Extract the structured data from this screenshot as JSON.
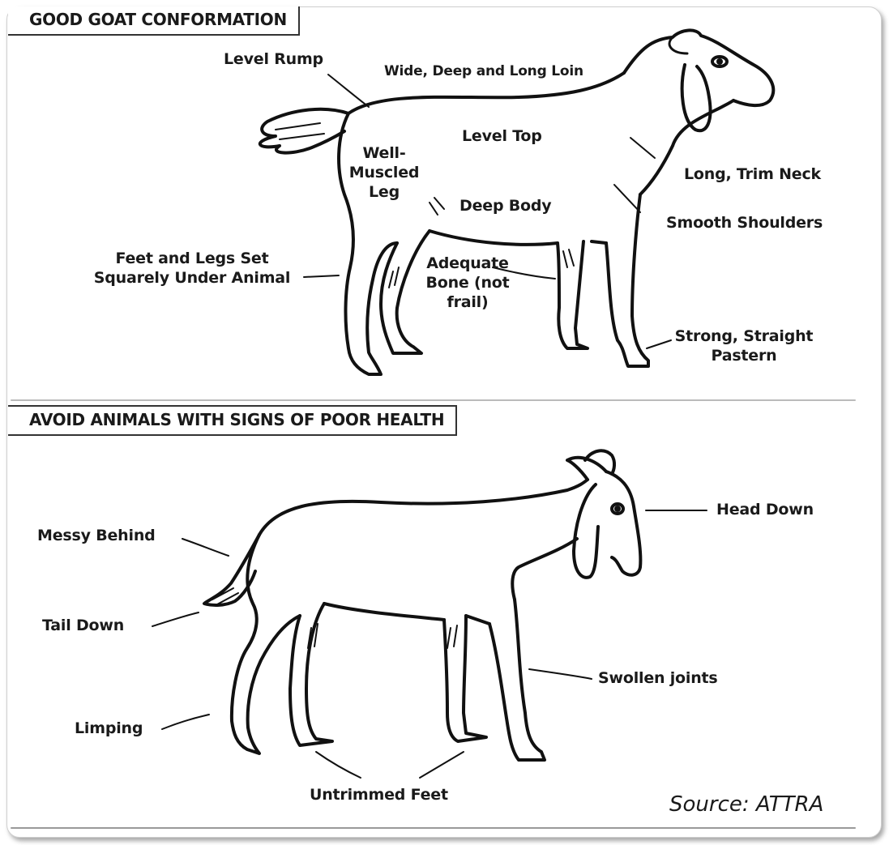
{
  "sections": {
    "good_title": "GOOD GOAT CONFORMATION",
    "poor_title": "AVOID ANIMALS WITH SIGNS OF POOR HEALTH"
  },
  "good_labels": {
    "level_rump": "Level Rump",
    "wide_loin": "Wide, Deep and Long Loin",
    "level_top": "Level Top",
    "well_muscled_1": "Well-",
    "well_muscled_2": "Muscled",
    "well_muscled_3": "Leg",
    "long_neck": "Long, Trim Neck",
    "deep_body": "Deep Body",
    "smooth_shoulders": "Smooth Shoulders",
    "feet_legs_1": "Feet and Legs Set",
    "feet_legs_2": "Squarely Under Animal",
    "adequate_bone_1": "Adequate",
    "adequate_bone_2": "Bone (not",
    "adequate_bone_3": "frail)",
    "pastern_1": "Strong, Straight",
    "pastern_2": "Pastern"
  },
  "poor_labels": {
    "head_down": "Head Down",
    "messy_behind": "Messy Behind",
    "tail_down": "Tail Down",
    "swollen_joints": "Swollen joints",
    "limping": "Limping",
    "untrimmed_feet": "Untrimmed Feet"
  },
  "source": "Source: ATTRA"
}
